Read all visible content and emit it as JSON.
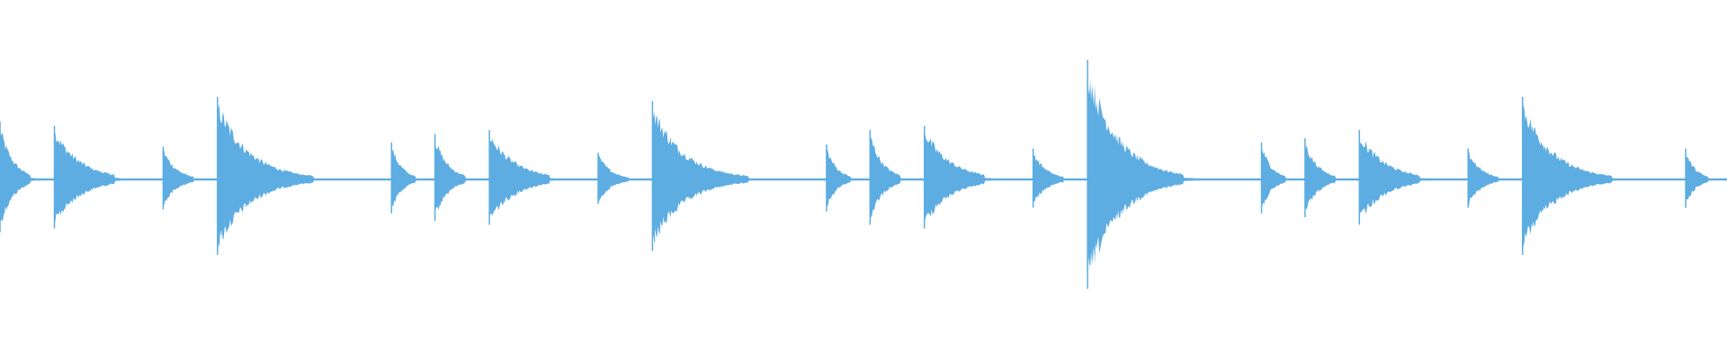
{
  "waveform": {
    "color": "#5dade2",
    "background": "#ffffff",
    "duration_beats": 32,
    "onsets": [
      {
        "beat": 0.0,
        "amp": 0.28
      },
      {
        "beat": 1.0,
        "amp": 0.26
      },
      {
        "beat": 3.0,
        "amp": 0.16
      },
      {
        "beat": 4.0,
        "amp": 0.4
      },
      {
        "beat": 7.2,
        "amp": 0.18
      },
      {
        "beat": 8.0,
        "amp": 0.22
      },
      {
        "beat": 9.0,
        "amp": 0.24
      },
      {
        "beat": 11.0,
        "amp": 0.13
      },
      {
        "beat": 12.0,
        "amp": 0.38
      },
      {
        "beat": 15.2,
        "amp": 0.17
      },
      {
        "beat": 16.0,
        "amp": 0.24
      },
      {
        "beat": 17.0,
        "amp": 0.26
      },
      {
        "beat": 19.0,
        "amp": 0.15
      },
      {
        "beat": 20.0,
        "amp": 0.58
      },
      {
        "beat": 23.2,
        "amp": 0.18
      },
      {
        "beat": 24.0,
        "amp": 0.2
      },
      {
        "beat": 25.0,
        "amp": 0.24
      },
      {
        "beat": 27.0,
        "amp": 0.15
      },
      {
        "beat": 28.0,
        "amp": 0.4
      },
      {
        "beat": 31.0,
        "amp": 0.15
      }
    ]
  }
}
